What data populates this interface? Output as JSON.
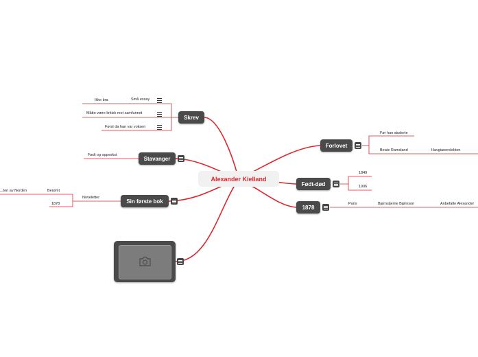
{
  "colors": {
    "connector": "#e0262b",
    "node_bg": "#4a4a4a",
    "central_bg": "#f1f1f1",
    "central_text": "#e0262b"
  },
  "central": {
    "label": "Alexander Kielland"
  },
  "nodes": {
    "skrev": {
      "label": "Skrev"
    },
    "stavanger": {
      "label": "Stavanger"
    },
    "forste_bok": {
      "label": "Sin første bok"
    },
    "forlovet": {
      "label": "Forlovet"
    },
    "fodt_dod": {
      "label": "Født-død"
    },
    "aar_1878": {
      "label": "1878"
    }
  },
  "leaves": {
    "ikke_bra": "Ikke bra",
    "sma_essay": "Små essay",
    "matte_vaere": "Måtte være kritisk mot samfunnet",
    "forst_da": "Først da han var voksen",
    "fodt_oppvokst": "Født og oppvokst",
    "noveletter": "Noveletter",
    "beromt": "Berømt",
    "norden": "...ten av Norden",
    "bok_1878": "1878",
    "for_han_studerte": "Før han studerte",
    "beate": "Beate Ramsland",
    "havgianerslekten": "Havgianerslekten",
    "aar_1849": "1849",
    "aar_1906": "1906",
    "paris": "Paris",
    "bjornstjerne": "Bjørnstjerne Bjørnson",
    "anbefalte": "Anbefalte Alexander"
  },
  "icons": {
    "menu": "menu-icon",
    "notes": "notes-icon",
    "camera": "camera-icon"
  }
}
